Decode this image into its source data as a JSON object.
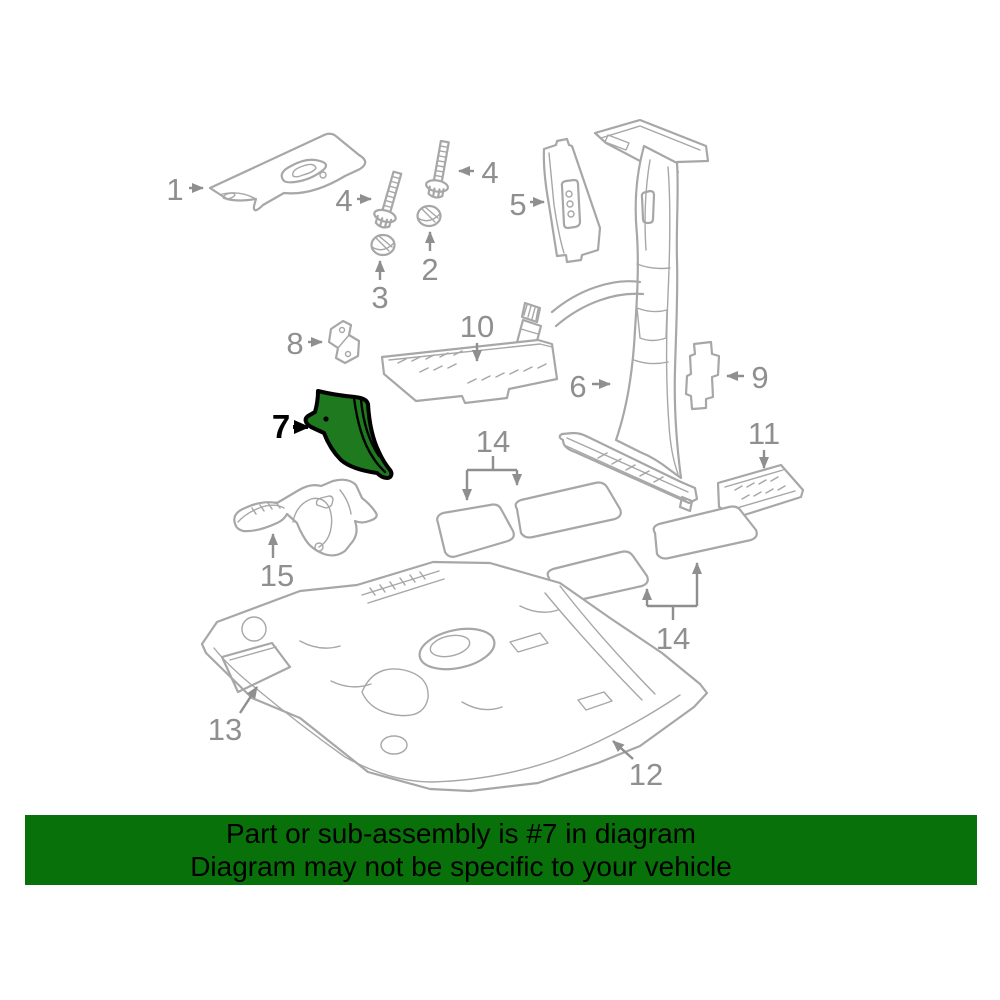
{
  "banner": {
    "line1": "Part or sub-assembly is #7 in diagram",
    "line2": "Diagram may not be specific to your vehicle",
    "bg_color": "#097109",
    "text_color": "#000000"
  },
  "highlighted_part": {
    "number": "7",
    "fill_color": "#1f7a1f",
    "outline_color": "#000000"
  },
  "diagram": {
    "line_color": "#a7a7a7",
    "callout_color": "#8f8f8f",
    "callouts": {
      "c1": "1",
      "c2": "2",
      "c3": "3",
      "c4a": "4",
      "c4b": "4",
      "c5": "5",
      "c6": "6",
      "c7": "7",
      "c8": "8",
      "c9": "9",
      "c10": "10",
      "c11": "11",
      "c12": "12",
      "c13": "13",
      "c14a": "14",
      "c14b": "14",
      "c15": "15"
    }
  }
}
